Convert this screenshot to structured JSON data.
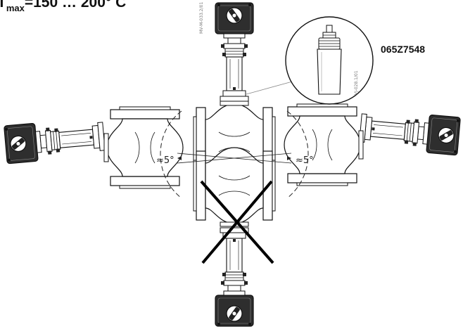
{
  "title": {
    "prefix": "T",
    "subscript": "max",
    "suffix": "=150 … 200° C"
  },
  "part_number": "065Z7548",
  "angle_left": "≈5°",
  "angle_right": "≈5°",
  "drawing_code_main": "MV-M-033.2/01",
  "drawing_code_detail": "VJ-028.1/01",
  "colors": {
    "line": "#222222",
    "fill": "#ffffff",
    "actuator": "#2a2a2a",
    "cross": "#000000"
  },
  "icons": [
    "actuator-top",
    "actuator-left",
    "actuator-right",
    "actuator-bottom",
    "valve-body",
    "stem-heater-detail",
    "prohibited-cross"
  ]
}
